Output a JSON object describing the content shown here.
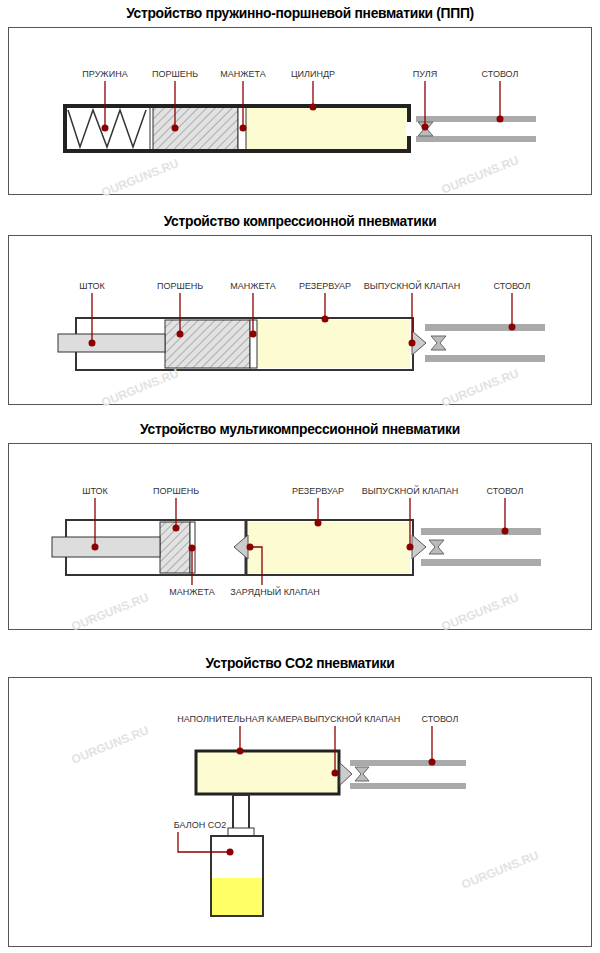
{
  "diagram": {
    "nodes": [
      {
        "text": [
          "Устройство пружинно-поршневой пневматики (ППП)"
        ]
      },
      {
        "text": [
          "Устройство компрессионной пневматики"
        ]
      },
      {
        "text": [
          "Устройство мультикомпрессионной пневматики"
        ]
      },
      {
        "text": [
          "Устройство CO2 пневматики"
        ]
      }
    ],
    "labels": [
      "ПРУЖИНА",
      "ПОРШЕНЬ",
      "МАНЖЕТА",
      "ЦИЛИНДР",
      "ПУЛЯ",
      "СТОВОЛ",
      "ШТОК",
      "ПОРШЕНЬ",
      "МАНЖЕТА",
      "РЕЗЕРВУАР",
      "ВЫПУСКНОЙ КЛАПАН",
      "СТОВОЛ",
      "ШТОК",
      "ПОРШЕНЬ",
      "РЕЗЕРВУАР",
      "ВЫПУСКНОЙ КЛАПАН",
      "СТОВОЛ",
      "МАНЖЕТА",
      "ЗАРЯДНЫЙ КЛАПАН",
      "НАПОЛНИТЕЛЬНАЯ КАМЕРА",
      "ВЫПУСКНОЙ КЛАПАН",
      "СТОВОЛ",
      "БАЛОН CO2",
      "OURGUNS.RU",
      "OURGUNS.RU",
      "OURGUNS.RU",
      "OURGUNS.RU",
      "OURGUNS.RU",
      "OURGUNS.RU",
      "OURGUNS.RU",
      "OURGUNS.RU"
    ]
  }
}
